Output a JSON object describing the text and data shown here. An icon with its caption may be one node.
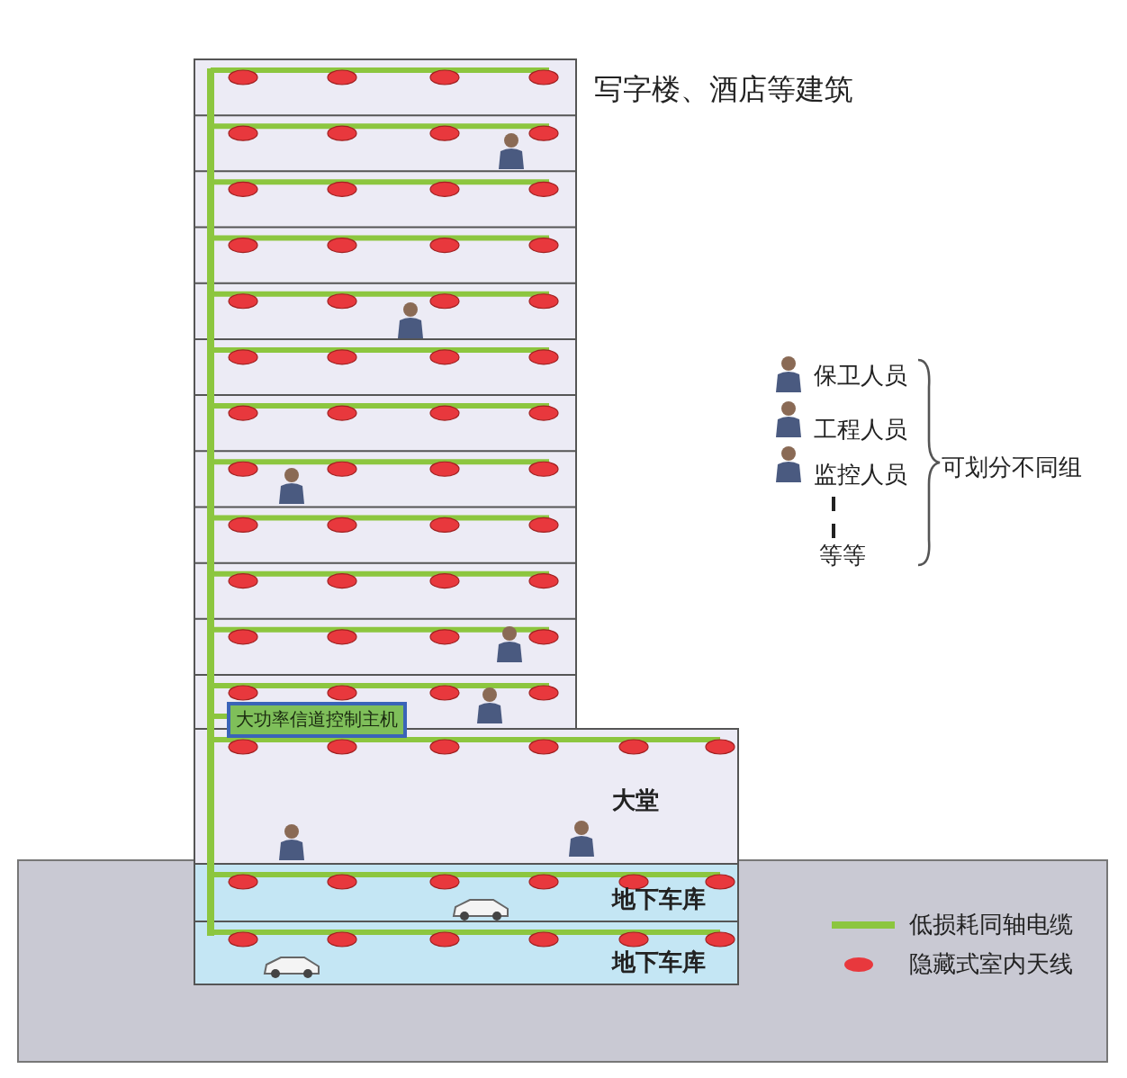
{
  "diagram": {
    "title": "写字楼、酒店等建筑",
    "nodes": [
      {
        "text": [
          "大功率信道控制主机"
        ]
      }
    ],
    "labels": [
      "保卫人员",
      "工程人员",
      "监控人员",
      "等等",
      "可划分不同组",
      "大堂",
      "地下车库",
      "地下车库"
    ],
    "legend": [
      {
        "text": "低损耗同轴电缆"
      },
      {
        "text": "隐藏式室内天线"
      }
    ]
  }
}
